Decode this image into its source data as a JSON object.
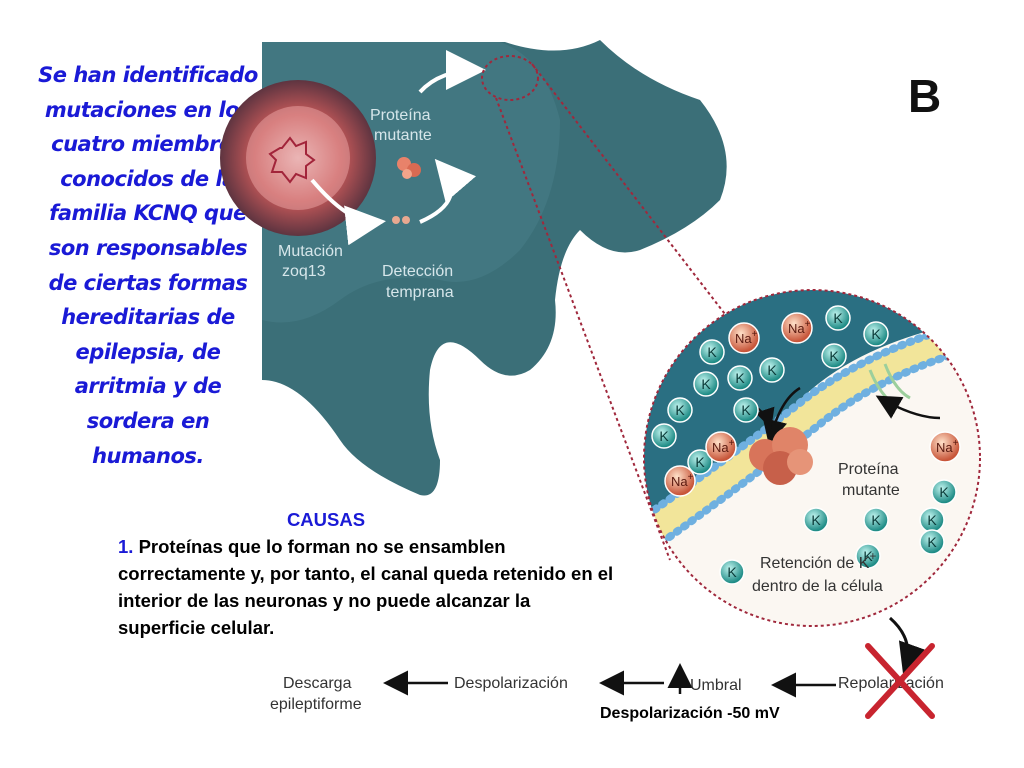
{
  "side_text": "Se han identificado mutaciones en los cuatro miembros conocidos de la familia KCNQ que son responsables de ciertas formas hereditarias de epilepsia, de arritmia y de sordera en humanos.",
  "figure": {
    "panel_letter": "B",
    "mutation_label_1": "Mutación",
    "mutation_label_2": "zoq13",
    "mutant_protein_label_1": "Proteína",
    "mutant_protein_label_2": "mutante",
    "early_detection_1": "Detección",
    "early_detection_2": "temprana",
    "zoom_protein_1": "Proteína",
    "zoom_protein_2": "mutante",
    "retention_1": "Retención de K",
    "retention_sup": "+",
    "retention_2": "dentro de la célula",
    "ion_k": "K",
    "ion_na": "Na",
    "ion_plus": "+"
  },
  "flow": {
    "descarga_1": "Descarga",
    "descarga_2": "epileptiforme",
    "despolarizacion": "Despolarización",
    "umbral": "Umbral",
    "repolarizacion": "Repolarización"
  },
  "causes": {
    "title": "CAUSAS",
    "number": "1.",
    "text": "Proteínas que lo forman no se ensamblen correctamente y, por tanto, el canal queda retenido en el interior de las neuronas y no puede alcanzar la superficie celular."
  },
  "voltage_note": "Despolarización -50 mV",
  "colors": {
    "blue_text": "#1a1ad6",
    "cell_teal": "#3b6f78",
    "cross_red": "#c8242f",
    "dotted_zoom": "#a0283c"
  }
}
